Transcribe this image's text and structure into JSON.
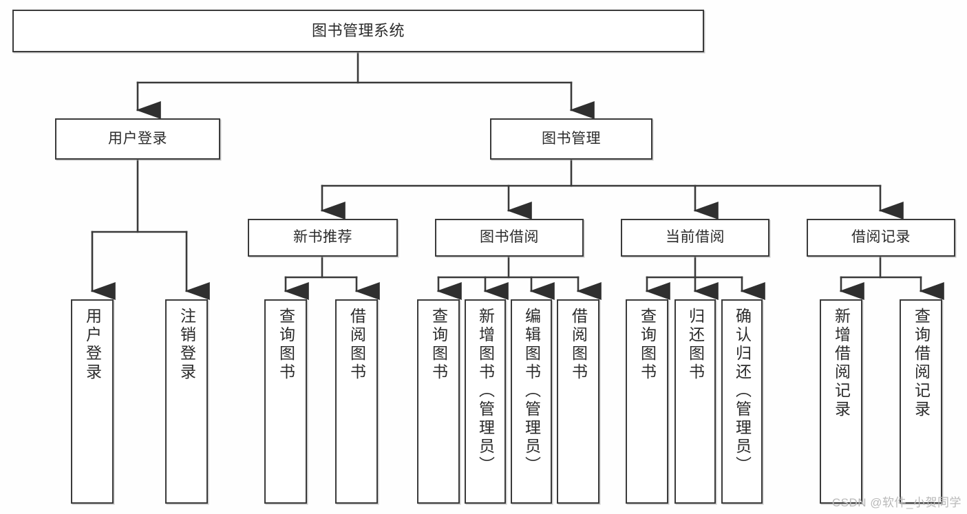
{
  "diagram": {
    "title": "图书管理系统",
    "type": "tree",
    "watermark": "CSDN @软件_小贺同学",
    "colors": {
      "background": "#fefefe",
      "box_border": "#3a3a3a",
      "box_fill": "#ffffff",
      "text": "#2b2b2b",
      "edge": "#3a3a3a",
      "watermark": "#b9b9b9"
    }
  },
  "nodes": {
    "root": {
      "label": "图书管理系统"
    },
    "level2": [
      {
        "id": "user-login",
        "label": "用户登录"
      },
      {
        "id": "book-manage",
        "label": "图书管理"
      }
    ],
    "level3": [
      {
        "id": "new-book-rec",
        "label": "新书推荐"
      },
      {
        "id": "book-borrow",
        "label": "图书借阅"
      },
      {
        "id": "current-borrow",
        "label": "当前借阅"
      },
      {
        "id": "borrow-record",
        "label": "借阅记录"
      }
    ],
    "leaves": {
      "user_login": [
        {
          "id": "leaf-user-login",
          "label": "用户登录"
        },
        {
          "id": "leaf-logout-login",
          "label": "注销登录"
        }
      ],
      "new_book_rec": [
        {
          "id": "leaf-query-book-1",
          "label": "查询图书"
        },
        {
          "id": "leaf-borrow-book-1",
          "label": "借阅图书"
        }
      ],
      "book_borrow": [
        {
          "id": "leaf-query-book-2",
          "label": "查询图书"
        },
        {
          "id": "leaf-add-book",
          "label": "新增图书（管理员）"
        },
        {
          "id": "leaf-edit-book",
          "label": "编辑图书（管理员）"
        },
        {
          "id": "leaf-borrow-book-2",
          "label": "借阅图书"
        }
      ],
      "current_borrow": [
        {
          "id": "leaf-query-book-3",
          "label": "查询图书"
        },
        {
          "id": "leaf-return-book",
          "label": "归还图书"
        },
        {
          "id": "leaf-confirm-return",
          "label": "确认归还（管理员）"
        }
      ],
      "borrow_record": [
        {
          "id": "leaf-add-record",
          "label": "新增借阅记录"
        },
        {
          "id": "leaf-query-record",
          "label": "查询借阅记录"
        }
      ]
    }
  }
}
